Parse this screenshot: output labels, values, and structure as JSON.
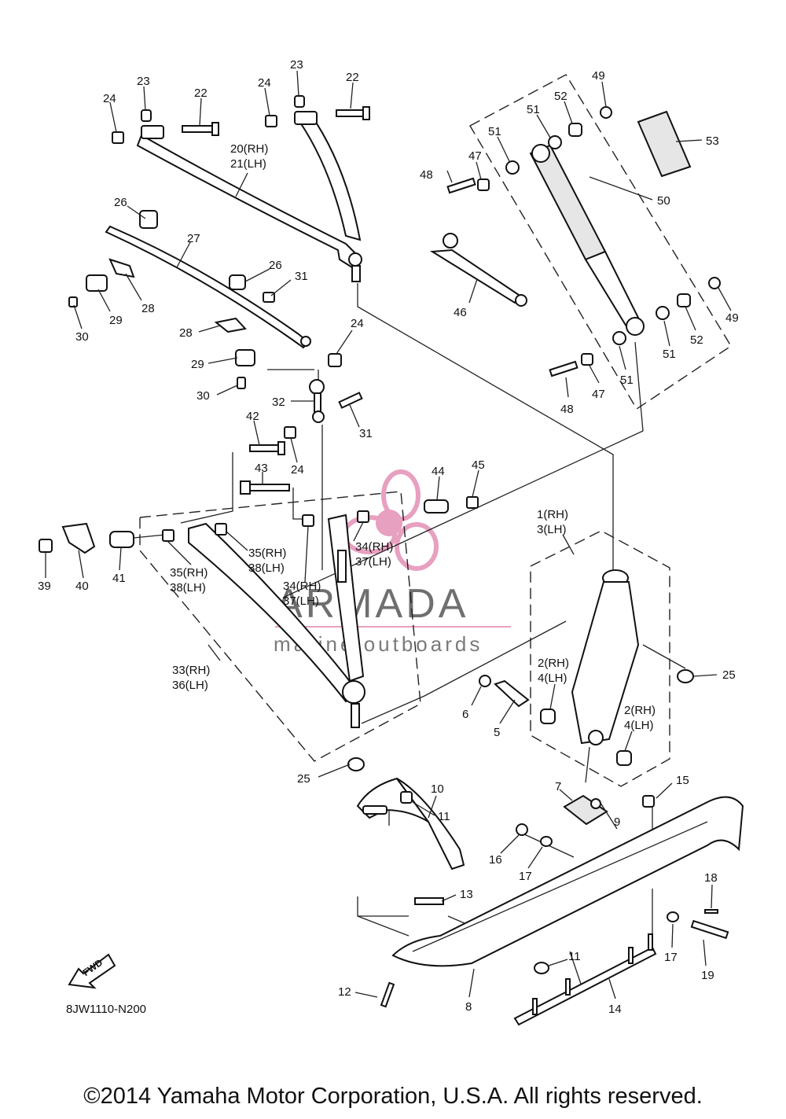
{
  "diagram": {
    "code": "8JW1110-N200",
    "fwd_label": "FWD",
    "copyright": "©2014 Yamaha Motor Corporation, U.S.A. All rights reserved.",
    "watermark": {
      "brand": "ARMADA",
      "tagline": "marine outboards",
      "brand_color": "#e8a0c0"
    },
    "callouts": {
      "c1": "1(RH)",
      "c3": "3(LH)",
      "c2a": "2(RH)",
      "c4a": "4(LH)",
      "c2b": "2(RH)",
      "c4b": "4(LH)",
      "c5": "5",
      "c6": "6",
      "c7": "7",
      "c8": "8",
      "c9": "9",
      "c10": "10",
      "c11a": "11",
      "c11b": "11",
      "c12": "12",
      "c13": "13",
      "c14": "14",
      "c15": "15",
      "c16": "16",
      "c17a": "17",
      "c17b": "17",
      "c18": "18",
      "c19": "19",
      "c20": "20(RH)",
      "c21": "21(LH)",
      "c22a": "22",
      "c22b": "22",
      "c23a": "23",
      "c23b": "23",
      "c24a": "24",
      "c24b": "24",
      "c24c": "24",
      "c24d": "24",
      "c25a": "25",
      "c25b": "25",
      "c26a": "26",
      "c26b": "26",
      "c27": "27",
      "c28a": "28",
      "c28b": "28",
      "c29a": "29",
      "c29b": "29",
      "c30a": "30",
      "c30b": "30",
      "c31a": "31",
      "c31b": "31",
      "c32": "32",
      "c33": "33(RH)",
      "c36": "36(LH)",
      "c34a": "34(RH)",
      "c37a": "37(LH)",
      "c34b": "34(RH)",
      "c37b": "37(LH)",
      "c35a": "35(RH)",
      "c38a": "38(LH)",
      "c35b": "35(RH)",
      "c38b": "38(LH)",
      "c39": "39",
      "c40": "40",
      "c41": "41",
      "c42": "42",
      "c43": "43",
      "c44": "44",
      "c45": "45",
      "c46": "46",
      "c47a": "47",
      "c47b": "47",
      "c48a": "48",
      "c48b": "48",
      "c49a": "49",
      "c49b": "49",
      "c50": "50",
      "c51a": "51",
      "c51b": "51",
      "c51c": "51",
      "c51d": "51",
      "c52a": "52",
      "c52b": "52",
      "c53": "53"
    }
  }
}
